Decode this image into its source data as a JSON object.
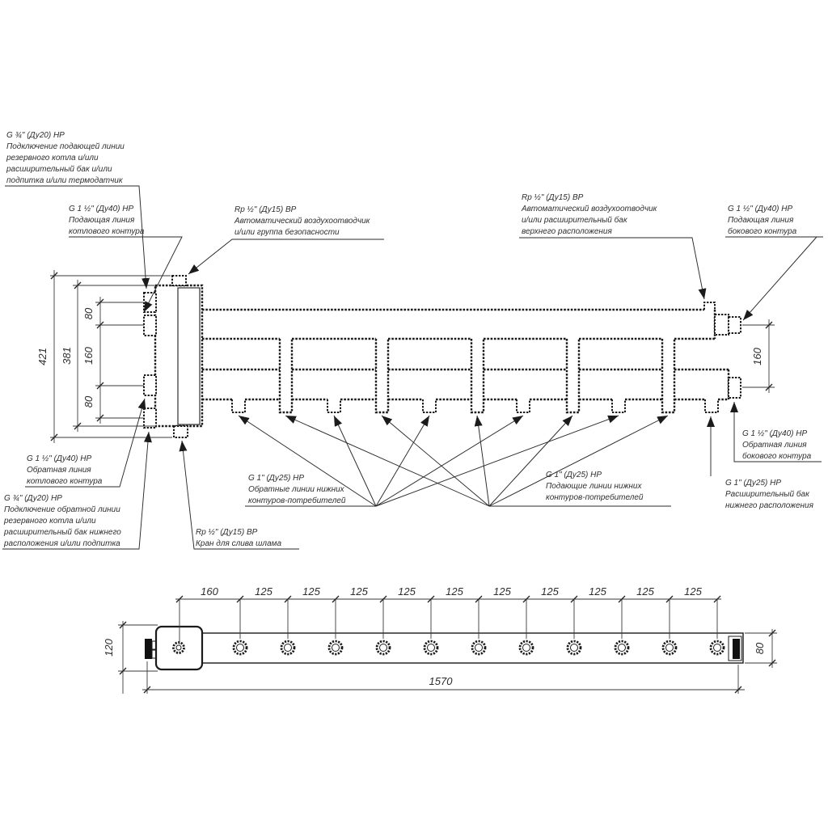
{
  "annotations": {
    "tl_aux_supply": {
      "lines": [
        "G ¾\" (Ду20) НР",
        "Подключение подающей линии",
        "резервного котла и/или",
        "расширительный бак и/или",
        "подпитка и/или термодатчик"
      ]
    },
    "left_boiler_supply": {
      "lines": [
        "G 1 ½\" (Ду40) НР",
        "Подающая линия",
        "котлового контура"
      ]
    },
    "top_air_vent": {
      "lines": [
        "Rp ½\" (Ду15) ВР",
        "Автоматический воздухоотводчик",
        "и/или группа безопасности"
      ]
    },
    "right_air_vent": {
      "lines": [
        "Rp ½\" (Ду15) ВР",
        "Автоматический воздухоотводчик",
        "и/или расширительный бак",
        "верхнего расположения"
      ]
    },
    "side_supply": {
      "lines": [
        "G 1 ½\" (Ду40) НР",
        "Подающая линия",
        "бокового контура"
      ]
    },
    "left_boiler_return": {
      "lines": [
        "G 1 ½\" (Ду40) НР",
        "Обратная линия",
        "котлового контура"
      ]
    },
    "bl_aux_return": {
      "lines": [
        "G ¾\" (Ду20) НР",
        "Подключение обратной линии",
        "резервного котла и/или",
        "расширительный бак нижнего",
        "расположения и/или подпитка"
      ]
    },
    "drain": {
      "lines": [
        "Rp ½\" (Ду15) ВР",
        "Кран для слива шлама"
      ]
    },
    "consumer_returns": {
      "lines": [
        "G 1\" (Ду25) НР",
        "Обратные линии нижних",
        "контуров-потребителей"
      ]
    },
    "consumer_supplies": {
      "lines": [
        "G 1\" (Ду25) НР",
        "Подающие линии нижних",
        "контуров-потребителей"
      ]
    },
    "side_return": {
      "lines": [
        "G 1 ½\" (Ду40) НР",
        "Обратная линия",
        "бокового контура"
      ]
    },
    "expansion_tank": {
      "lines": [
        "G 1\" (Ду25) НР",
        "Расширительный бак",
        "нижнего расположения"
      ]
    }
  },
  "dimensions": {
    "main_overall_height": "421",
    "main_body_height": "381",
    "port_spacing_top": "80",
    "port_spacing_middle": "160",
    "port_spacing_bottom": "80",
    "side_ports_spacing": "160",
    "bottom_first_pitch": "160",
    "bottom_pitch": "125",
    "bottom_block_width": "120",
    "bottom_bar_width": "80",
    "bottom_total_length": "1570"
  }
}
